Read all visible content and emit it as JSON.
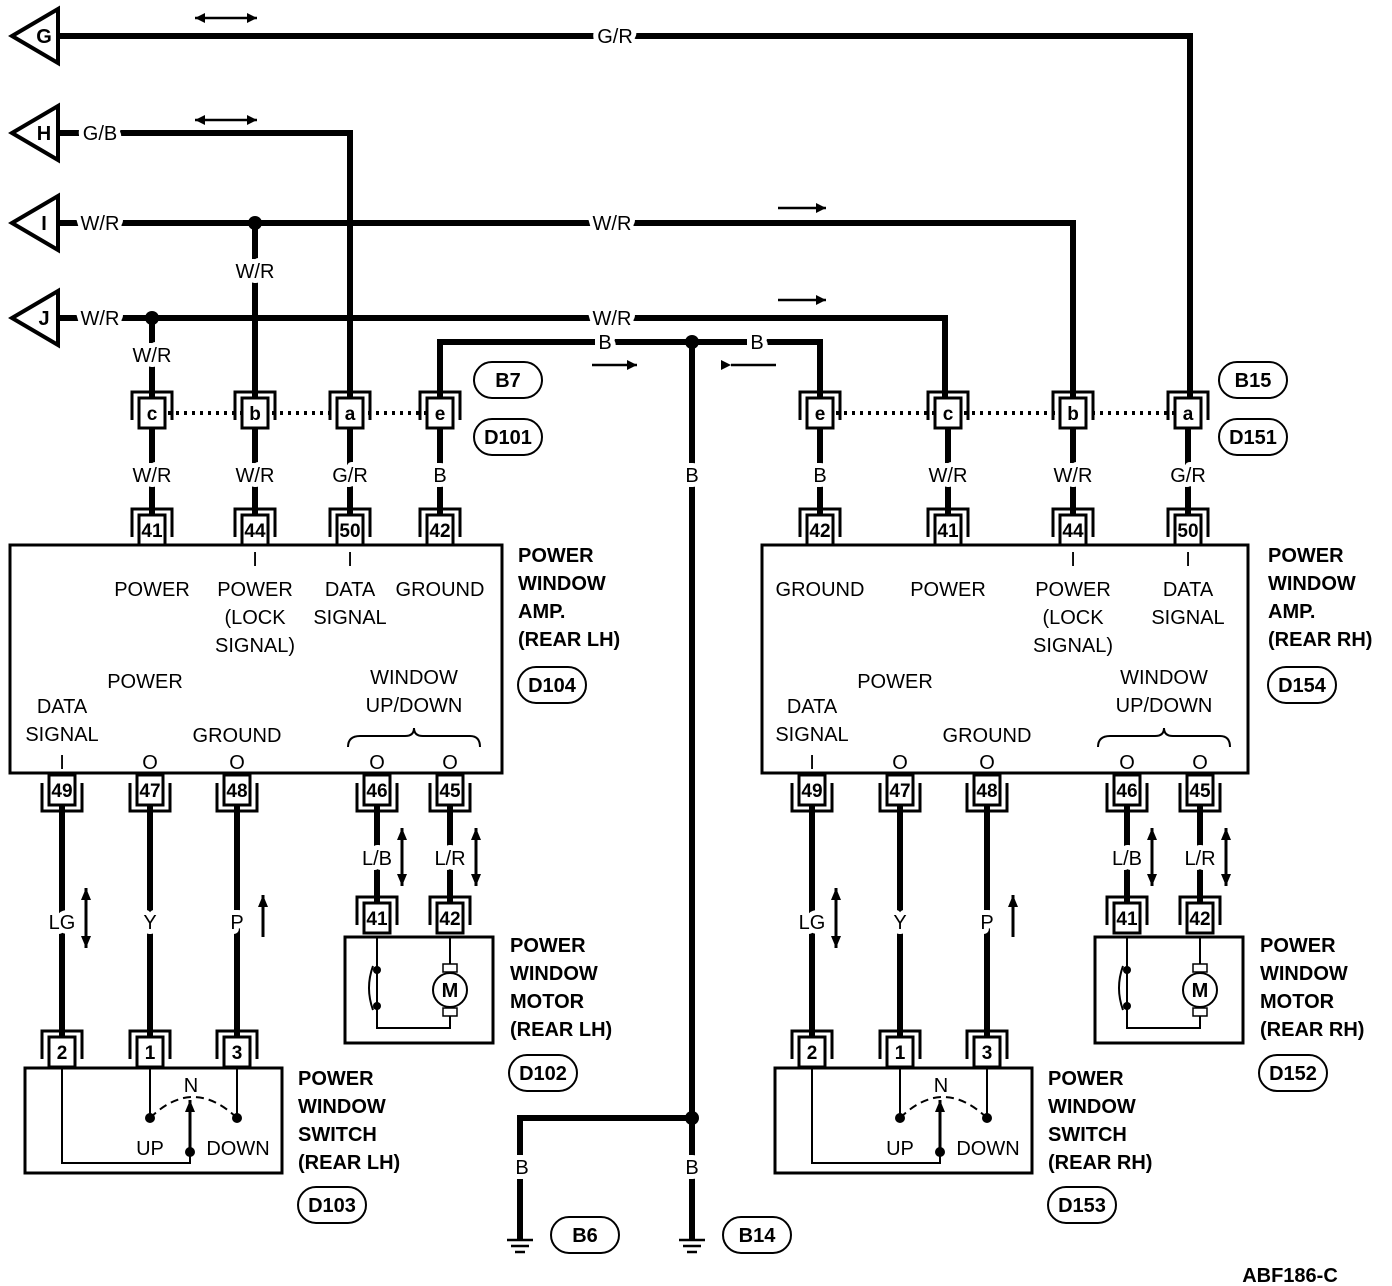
{
  "harness": [
    {
      "letter": "G",
      "color": "G/R",
      "mid_color": "G/R"
    },
    {
      "letter": "H",
      "color": "G/B"
    },
    {
      "letter": "I",
      "color": "W/R",
      "mid_color": "W/R",
      "branch_color": "W/R"
    },
    {
      "letter": "J",
      "color": "W/R",
      "mid_color": "W/R",
      "branch_color": "W/R"
    }
  ],
  "ground_bus": {
    "left_color": "B",
    "right_color": "B",
    "trunk_color": "B",
    "ground_colors": [
      "B",
      "B"
    ],
    "ground_points": [
      "B6",
      "B14"
    ]
  },
  "left": {
    "joint": {
      "pins": [
        "c",
        "b",
        "a",
        "e"
      ],
      "ids": [
        "B7",
        "D101"
      ]
    },
    "joint_wire_colors": [
      "W/R",
      "W/R",
      "G/R",
      "B"
    ],
    "amp": {
      "top_pins": [
        "41",
        "44",
        "50",
        "42"
      ],
      "top_io": [
        "",
        "I",
        "I",
        ""
      ],
      "top_labels": [
        [
          "POWER"
        ],
        [
          "POWER",
          "(LOCK",
          "SIGNAL)"
        ],
        [
          "DATA",
          "SIGNAL"
        ],
        [
          "GROUND"
        ]
      ],
      "bottom_pins": [
        "49",
        "47",
        "48",
        "46",
        "45"
      ],
      "bottom_io": [
        "I",
        "O",
        "O",
        "O",
        "O"
      ],
      "bottom_labels": {
        "data_signal": [
          "DATA",
          "SIGNAL"
        ],
        "power": "POWER",
        "ground": "GROUND",
        "window": [
          "WINDOW",
          "UP/DOWN"
        ]
      },
      "title": [
        "POWER",
        "WINDOW",
        "AMP.",
        "(REAR LH)"
      ],
      "id": "D104"
    },
    "bottom_wire_colors": [
      "LG",
      "Y",
      "P",
      "L/B",
      "L/R"
    ],
    "motor": {
      "pins": [
        "41",
        "42"
      ],
      "symbol": "M",
      "title": [
        "POWER",
        "WINDOW",
        "MOTOR",
        "(REAR LH)"
      ],
      "id": "D102"
    },
    "switch": {
      "pins": [
        "2",
        "1",
        "3"
      ],
      "positions": {
        "neutral": "N",
        "up": "UP",
        "down": "DOWN"
      },
      "title": [
        "POWER",
        "WINDOW",
        "SWITCH",
        "(REAR LH)"
      ],
      "id": "D103"
    }
  },
  "right": {
    "joint": {
      "pins": [
        "e",
        "c",
        "b",
        "a"
      ],
      "ids": [
        "B15",
        "D151"
      ]
    },
    "joint_wire_colors": [
      "B",
      "W/R",
      "W/R",
      "G/R"
    ],
    "amp": {
      "top_pins": [
        "42",
        "41",
        "44",
        "50"
      ],
      "top_io": [
        "",
        "",
        "I",
        "I"
      ],
      "top_labels": [
        [
          "GROUND"
        ],
        [
          "POWER"
        ],
        [
          "POWER",
          "(LOCK",
          "SIGNAL)"
        ],
        [
          "DATA",
          "SIGNAL"
        ]
      ],
      "bottom_pins": [
        "49",
        "47",
        "48",
        "46",
        "45"
      ],
      "bottom_io": [
        "I",
        "O",
        "O",
        "O",
        "O"
      ],
      "bottom_labels": {
        "data_signal": [
          "DATA",
          "SIGNAL"
        ],
        "power": "POWER",
        "ground": "GROUND",
        "window": [
          "WINDOW",
          "UP/DOWN"
        ]
      },
      "title": [
        "POWER",
        "WINDOW",
        "AMP.",
        "(REAR RH)"
      ],
      "id": "D154"
    },
    "bottom_wire_colors": [
      "LG",
      "Y",
      "P",
      "L/B",
      "L/R"
    ],
    "motor": {
      "pins": [
        "41",
        "42"
      ],
      "symbol": "M",
      "title": [
        "POWER",
        "WINDOW",
        "MOTOR",
        "(REAR RH)"
      ],
      "id": "D152"
    },
    "switch": {
      "pins": [
        "2",
        "1",
        "3"
      ],
      "positions": {
        "neutral": "N",
        "up": "UP",
        "down": "DOWN"
      },
      "title": [
        "POWER",
        "WINDOW",
        "SWITCH",
        "(REAR RH)"
      ],
      "id": "D153"
    }
  },
  "diagram_code": "ABF186-C"
}
